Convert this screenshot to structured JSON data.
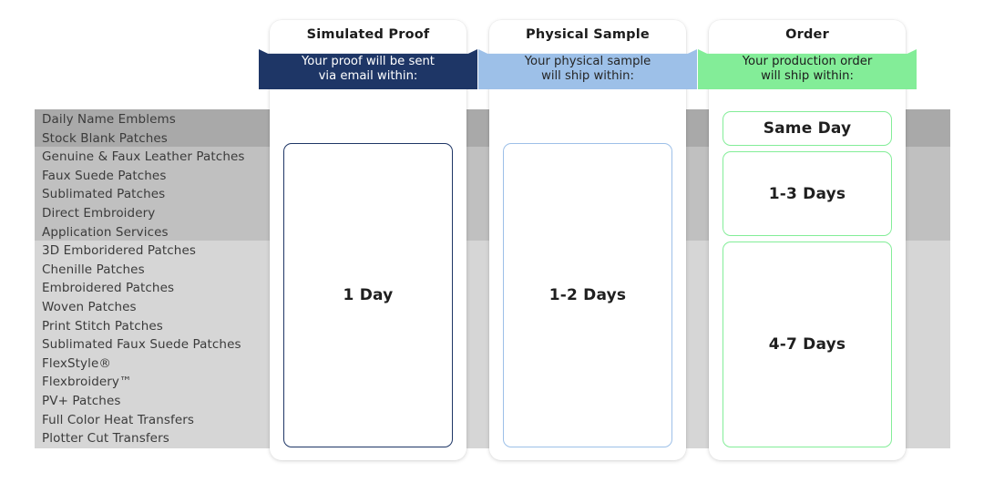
{
  "products": [
    "Daily Name Emblems",
    "Stock Blank Patches",
    "Genuine & Faux Leather Patches",
    "Faux Suede Patches",
    "Sublimated Patches",
    "Direct Embroidery",
    "Application Services",
    "3D Emboridered Patches",
    "Chenille Patches",
    "Embroidered Patches",
    "Woven Patches",
    "Print Stitch Patches",
    "Sublimated Faux Suede Patches",
    "FlexStyle®",
    "Flexbroidery™",
    "PV+ Patches",
    "Full Color Heat Transfers",
    "Plotter Cut Transfers"
  ],
  "columns": [
    {
      "title": "Simulated Proof",
      "banner": "Your proof will be sent\nvia email within:",
      "banner_line1": "Your proof will be sent",
      "banner_line2": "via email within:",
      "accent": "#1e3666",
      "boxes": [
        {
          "value": "1 Day"
        }
      ]
    },
    {
      "title": "Physical Sample",
      "banner": "Your physical sample\nwill ship within:",
      "banner_line1": "Your physical sample",
      "banner_line2": "will ship within:",
      "accent": "#9dc0e8",
      "boxes": [
        {
          "value": "1-2 Days"
        }
      ]
    },
    {
      "title": "Order",
      "banner": "Your production order\nwill ship within:",
      "banner_line1": "Your production order",
      "banner_line2": "will ship within:",
      "accent": "#83ed98",
      "boxes": [
        {
          "value": "Same Day"
        },
        {
          "value": "1-3 Days"
        },
        {
          "value": "4-7 Days"
        }
      ]
    }
  ],
  "band_colors": {
    "dark": "#a9a9a9",
    "mid": "#c0c0c0",
    "light": "#d6d6d6"
  }
}
